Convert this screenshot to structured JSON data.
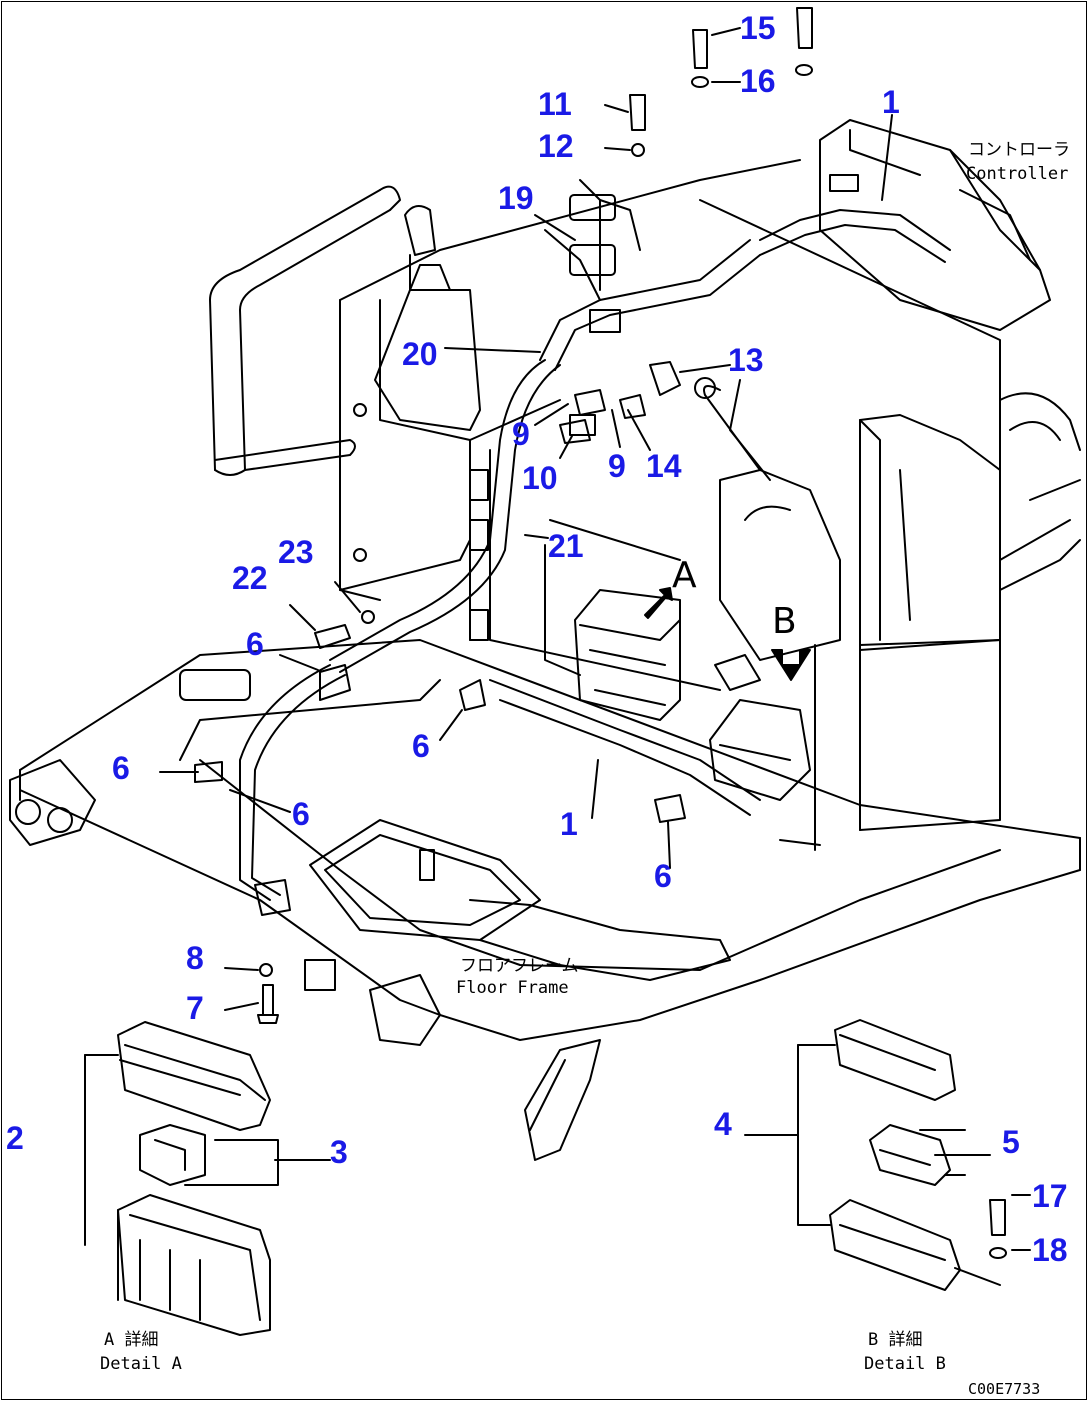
{
  "callouts": {
    "n1_top": "1",
    "n1_mid": "1",
    "n2": "2",
    "n3": "3",
    "n4": "4",
    "n5": "5",
    "n6_a": "6",
    "n6_b": "6",
    "n6_c": "6",
    "n6_d": "6",
    "n6_e": "6",
    "n7": "7",
    "n8": "8",
    "n9_a": "9",
    "n9_b": "9",
    "n10": "10",
    "n11": "11",
    "n12": "12",
    "n13": "13",
    "n14": "14",
    "n15": "15",
    "n16": "16",
    "n17": "17",
    "n18": "18",
    "n19": "19",
    "n20": "20",
    "n21": "21",
    "n22": "22",
    "n23": "23"
  },
  "labels": {
    "controller_jp": "コントローラ",
    "controller_en": "Controller",
    "floor_jp": "フロアフレーム",
    "floor_en": "Floor Frame",
    "detail_a_jp": "A 詳細",
    "detail_a_en": "Detail A",
    "detail_b_jp": "B 詳細",
    "detail_b_en": "Detail B",
    "view_a": "A",
    "view_b": "B",
    "drawing_code": "C00E7733"
  },
  "colors": {
    "callout": "#1a1ae6",
    "line": "#000000"
  }
}
